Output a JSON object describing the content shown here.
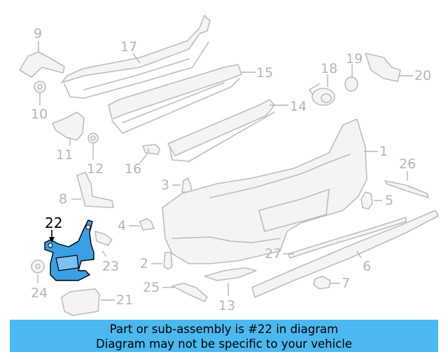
{
  "banner": {
    "line1": "Part or sub-assembly is #22 in diagram",
    "line2": "Diagram may not be specific to your vehicle"
  },
  "highlighted_part": "22",
  "colors": {
    "banner": "#4bb8ef",
    "highlight": "#3aa0e6",
    "parts": "#bdbdbd"
  },
  "callouts": {
    "c1": "1",
    "c2": "2",
    "c3": "3",
    "c4": "4",
    "c5": "5",
    "c6": "6",
    "c7": "7",
    "c8": "8",
    "c9": "9",
    "c10": "10",
    "c11": "11",
    "c12": "12",
    "c13": "13",
    "c14": "14",
    "c15": "15",
    "c16": "16",
    "c17": "17",
    "c18": "18",
    "c19": "19",
    "c20": "20",
    "c21": "21",
    "c22": "22",
    "c23": "23",
    "c24": "24",
    "c25": "25",
    "c26": "26",
    "c27": "27"
  }
}
